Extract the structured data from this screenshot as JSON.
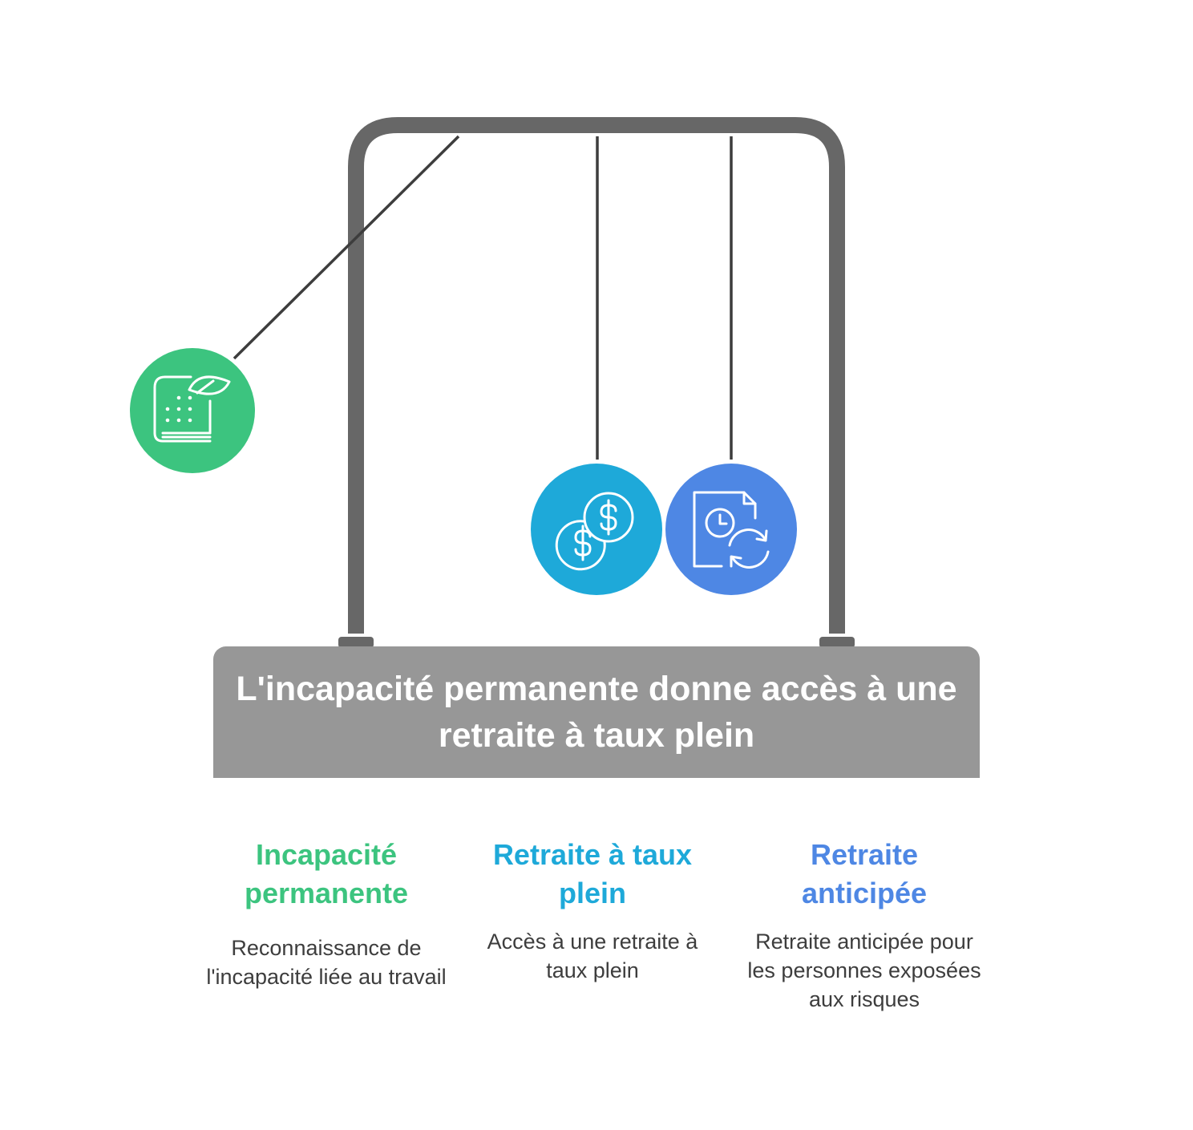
{
  "banner": {
    "title": "L'incapacité permanente donne accès à une retraite à taux plein"
  },
  "items": [
    {
      "title": "Incapacité permanente",
      "description": "Reconnaissance de l'incapacité liée au travail",
      "color": "#3cc47f",
      "icon": "book-leaf-icon"
    },
    {
      "title": "Retraite à taux plein",
      "description": "Accès à une retraite à taux plein",
      "color": "#1ea9d9",
      "icon": "coins-dollar-icon"
    },
    {
      "title": "Retraite anticipée",
      "description": "Retraite anticipée pour les personnes exposées aux risques",
      "color": "#4e87e4",
      "icon": "document-clock-refresh-icon"
    }
  ],
  "frame_color": "#676767"
}
